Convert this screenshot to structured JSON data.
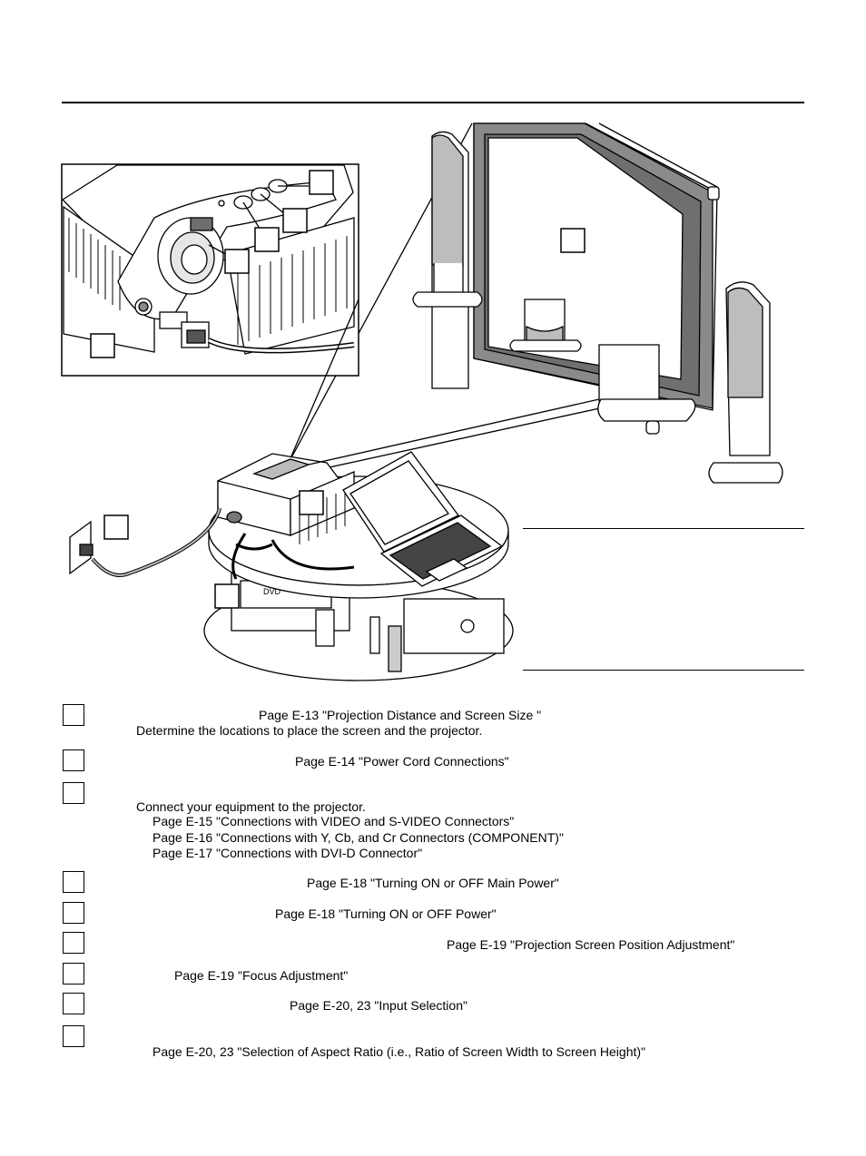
{
  "steps": [
    {
      "ref": "Page E-13 \"Projection Distance and Screen Size \"",
      "text": "Determine the locations to place the screen and the projector."
    },
    {
      "ref": "Page E-14 \"Power Cord Connections\""
    },
    {
      "text": "Connect your equipment to the projector.",
      "refs": [
        "Page E-15 \"Connections with VIDEO and S-VIDEO Connectors\"",
        "Page E-16 \"Connections with Y, Cb, and Cr Connectors (COMPONENT)\"",
        "Page E-17 \"Connections with DVI-D Connector\""
      ]
    },
    {
      "ref": "Page E-18 \"Turning ON or OFF Main Power\""
    },
    {
      "ref": "Page E-18 \"Turning ON or OFF Power\""
    },
    {
      "ref": "Page E-19 \"Projection Screen Position Adjustment\""
    },
    {
      "ref": "Page E-19 \"Focus Adjustment\""
    },
    {
      "ref": "Page E-20, 23 \"Input Selection\""
    },
    {
      "ref": "Page E-20, 23 \"Selection of Aspect Ratio (i.e., Ratio of Screen Width to Screen Height)\""
    }
  ],
  "illustration": {
    "icons": [
      "projector-icon",
      "screen-icon",
      "speaker-icon",
      "laptop-icon",
      "dvd-player-icon",
      "wall-outlet-icon",
      "power-cord-icon"
    ]
  }
}
